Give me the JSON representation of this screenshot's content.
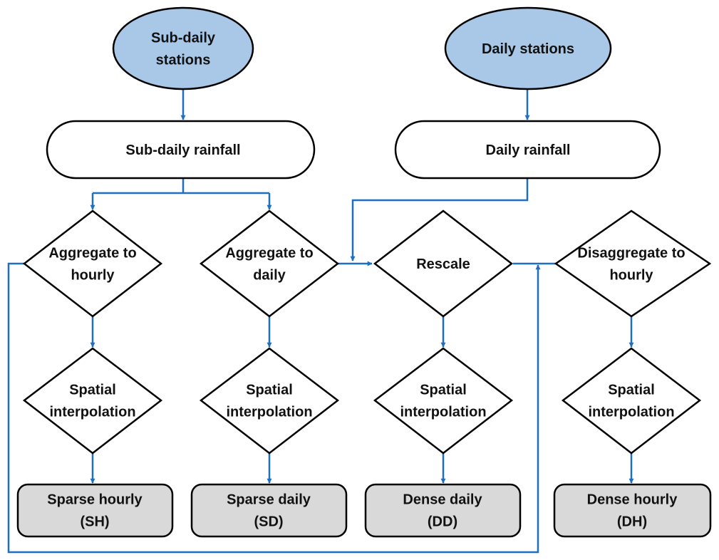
{
  "colors": {
    "arrow": "#1f6fbf",
    "oval_fill": "#a9c8e8",
    "output_fill": "#d9d9d9",
    "stroke": "#000000"
  },
  "nodes": {
    "subdaily_stations": [
      "Sub-daily",
      "stations"
    ],
    "daily_stations": [
      "Daily stations"
    ],
    "subdaily_rainfall": [
      "Sub-daily rainfall"
    ],
    "daily_rainfall": [
      "Daily rainfall"
    ],
    "agg_hourly": [
      "Aggregate to",
      "hourly"
    ],
    "agg_daily": [
      "Aggregate to",
      "daily"
    ],
    "rescale": [
      "Rescale"
    ],
    "disagg_hourly": [
      "Disaggregate to",
      "hourly"
    ],
    "spatial_1": [
      "Spatial",
      "interpolation"
    ],
    "spatial_2": [
      "Spatial",
      "interpolation"
    ],
    "spatial_3": [
      "Spatial",
      "interpolation"
    ],
    "spatial_4": [
      "Spatial",
      "interpolation"
    ],
    "out_sh": [
      "Sparse hourly",
      "(SH)"
    ],
    "out_sd": [
      "Sparse daily",
      "(SD)"
    ],
    "out_dd": [
      "Dense daily",
      "(DD)"
    ],
    "out_dh": [
      "Dense hourly",
      "(DH)"
    ]
  }
}
